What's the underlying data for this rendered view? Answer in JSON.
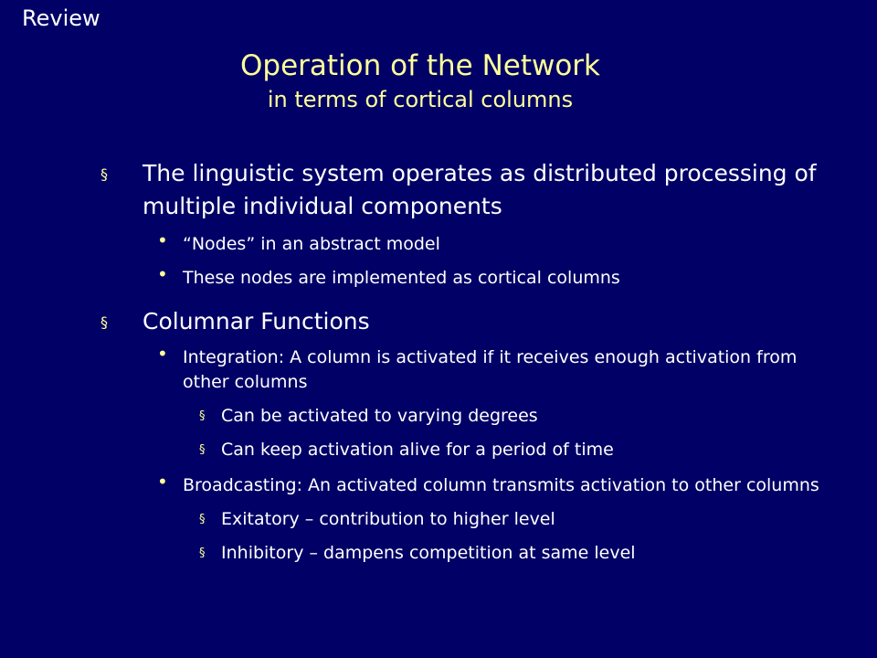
{
  "header": {
    "tag": "Review",
    "title": "Operation of the Network",
    "subtitle": "in terms of cortical columns"
  },
  "bullets": {
    "l1_glyph": "§",
    "l2_glyph": "•",
    "l3_glyph": "§"
  },
  "body": {
    "p1": "The linguistic system operates as distributed processing of multiple individual components",
    "p1_1": "“Nodes” in an abstract model",
    "p1_2": "These  nodes are implemented as cortical columns",
    "p2": "Columnar Functions",
    "p2_1": "Integration: A column is activated if it receives enough activation from other columns",
    "p2_1_1": "Can be activated to varying degrees",
    "p2_1_2": "Can keep activation alive for a period of time",
    "p2_2": "Broadcasting: An activated column transmits activation to other columns",
    "p2_2_1": "Exitatory – contribution to higher level",
    "p2_2_2": "Inhibitory – dampens competition at same level"
  },
  "colors": {
    "background": "#000066",
    "title": "#ffff99",
    "text": "#ffffff",
    "bullet": "#ffff99"
  }
}
